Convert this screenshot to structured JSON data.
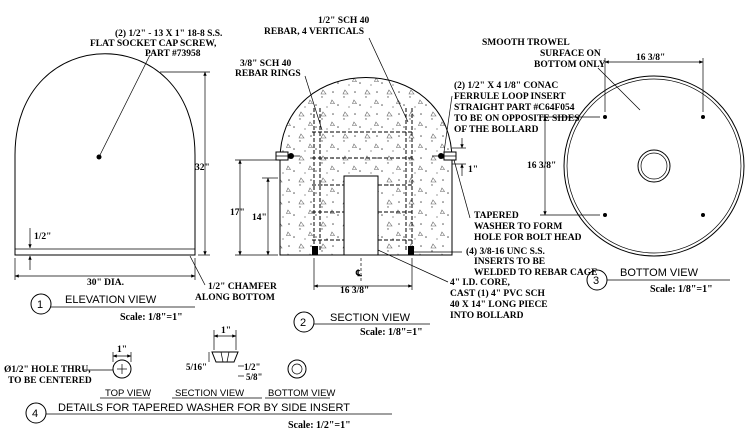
{
  "elevation": {
    "cap_screw_1": "(2) 1/2\" - 13 X 1\" 18-8 S.S.",
    "cap_screw_2": "FLAT SOCKET CAP SCREW,",
    "cap_screw_3": "PART #73958",
    "height_dim": "32\"",
    "chamfer_dim": "1/2\"",
    "width_dim": "30\" DIA.",
    "chamfer_1": "1/2\" CHAMFER",
    "chamfer_2": "ALONG BOTTOM",
    "number": "1",
    "title": "ELEVATION VIEW",
    "scale": "Scale: 1/8\"=1\""
  },
  "section": {
    "rebar_1": "1/2\" SCH 40",
    "rebar_2": "REBAR, 4 VERTICALS",
    "rings_1": "3/8\" SCH 40",
    "rings_2": "REBAR RINGS",
    "ferrule_1": "(2) 1/2\" X 4 1/8\" CONAC",
    "ferrule_2": "FERRULE LOOP INSERT",
    "ferrule_3": "STRAIGHT PART #C64F054",
    "ferrule_4": "TO BE ON OPPOSITE SIDES",
    "ferrule_5": "OF THE BOLLARD",
    "one_inch": "1\"",
    "dim_17": "17\"",
    "dim_14": "14\"",
    "dim_width": "16 3/8\"",
    "centerline": "℄",
    "washer_1": "TAPERED",
    "washer_2": "WASHER TO FORM",
    "washer_3": "HOLE FOR BOLT HEAD",
    "inserts_1": "(4) 3/8-16 UNC S.S.",
    "inserts_2": "INSERTS TO BE",
    "inserts_3": "WELDED TO REBAR CAGE",
    "core_1": "4\" I.D. CORE,",
    "core_2": "CAST (1) 4\" PVC SCH",
    "core_3": "40 X 14\" LONG PIECE",
    "core_4": "INTO BOLLARD",
    "number": "2",
    "title": "SECTION VIEW",
    "scale": "Scale: 1/8\"=1\""
  },
  "bottom": {
    "trowel_1": "SMOOTH TROWEL",
    "trowel_2": "SURFACE ON",
    "trowel_3": "BOTTOM ONLY",
    "dim_h": "16 3/8\"",
    "dim_v": "16 3/8\"",
    "number": "3",
    "title": "BOTTOM VIEW",
    "scale": "Scale: 1/8\"=1\""
  },
  "details": {
    "hole_1": "Ø1/2\" HOLE THRU,",
    "hole_2": "TO BE CENTERED",
    "top_dim": "1\"",
    "top_title": "TOP VIEW",
    "sec_dim_top": "1\"",
    "sec_dim_left": "5/16\"",
    "sec_dim_r1": "1/2\"",
    "sec_dim_r2": "5/8\"",
    "sec_title": "SECTION VIEW",
    "bot_title": "BOTTOM VIEW",
    "number": "4",
    "title": "DETAILS FOR TAPERED WASHER FOR BY SIDE INSERT",
    "scale": "Scale: 1/2\"=1\""
  }
}
